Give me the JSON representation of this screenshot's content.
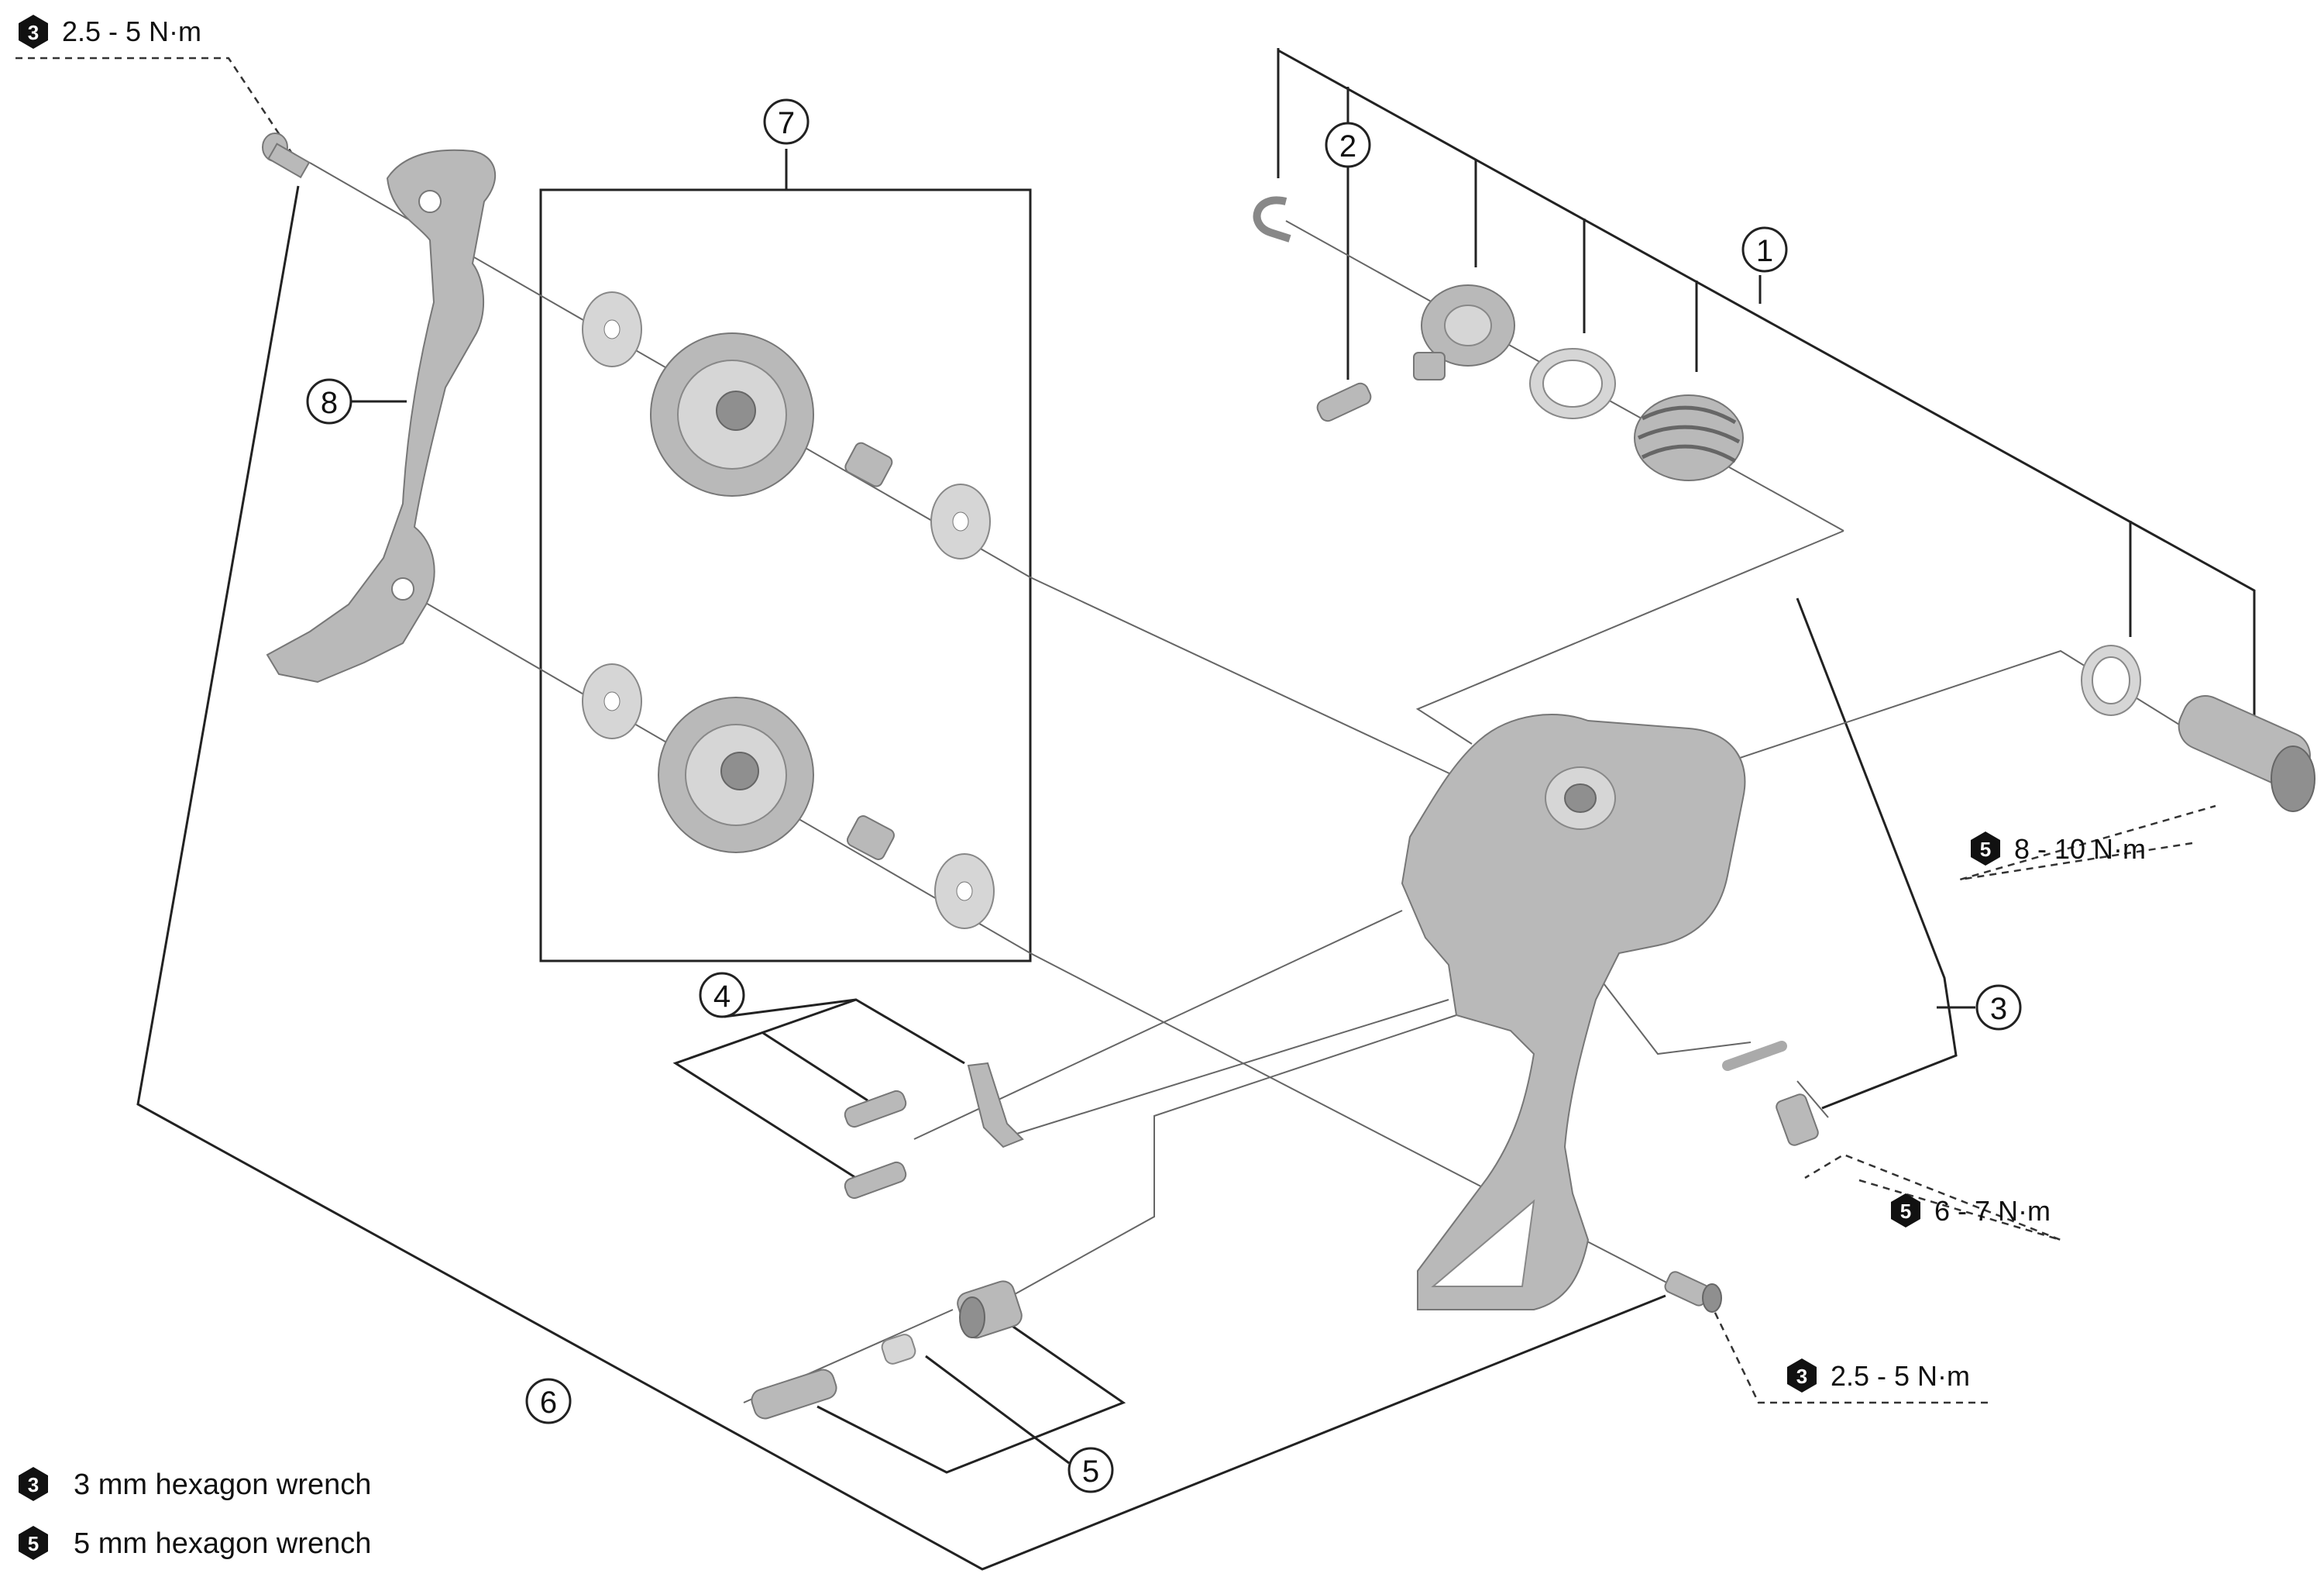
{
  "callouts": {
    "c1": "1",
    "c2": "2",
    "c3": "3",
    "c4": "4",
    "c5": "5",
    "c6": "6",
    "c7": "7",
    "c8": "8"
  },
  "torque_specs": {
    "top_left": {
      "tool": "3",
      "value": "2.5 - 5 N·m"
    },
    "right_axle": {
      "tool": "5",
      "value": "8 - 10 N·m"
    },
    "right_stop": {
      "tool": "5",
      "value": "6 - 7 N·m"
    },
    "bottom_right": {
      "tool": "3",
      "value": "2.5 - 5 N·m"
    }
  },
  "legend": [
    {
      "tool": "3",
      "label": "3 mm hexagon wrench"
    },
    {
      "tool": "5",
      "label": "5 mm hexagon wrench"
    }
  ],
  "icons": {
    "tool_badge": "hexagon-wrench-icon"
  },
  "colors": {
    "line": "#222222",
    "part": "#b9b9b9",
    "badge": "#111111"
  }
}
